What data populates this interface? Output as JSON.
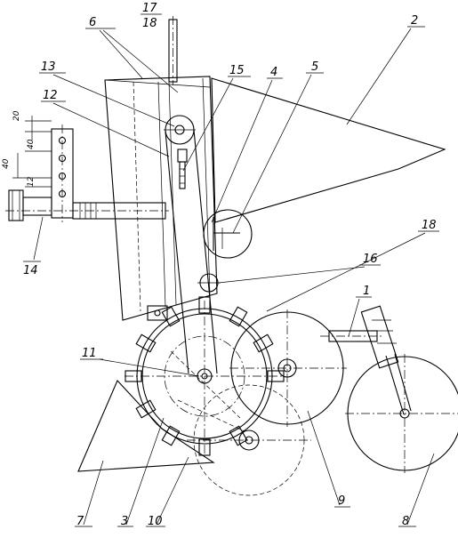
{
  "callouts": {
    "c1": "1",
    "c2": "2",
    "c3": "3",
    "c4": "4",
    "c5": "5",
    "c6": "6",
    "c7": "7",
    "c8": "8",
    "c9": "9",
    "c10": "10",
    "c11": "11",
    "c12": "12",
    "c13": "13",
    "c14": "14",
    "c15": "15",
    "c16": "16",
    "c17": "17",
    "c18a": "18",
    "c18b": "18"
  },
  "dimensions": {
    "d20": "20",
    "d40a": "40",
    "d40b": "40",
    "d12": "12"
  }
}
